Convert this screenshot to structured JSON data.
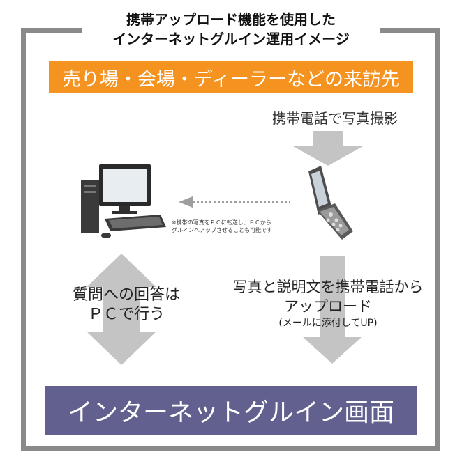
{
  "title": {
    "line1": "携帯アップロード機能を使用した",
    "line2": "インターネットグルイン運用イメージ"
  },
  "top_box": {
    "label": "売り場・会場・ディーラーなどの来訪先",
    "color": "#f4931f"
  },
  "photo_step": {
    "label": "携帯電話で写真撮影"
  },
  "note": {
    "line1": "※携帯の写真をＰＣに転送し、ＰＣから",
    "line2": "グルインへアップさせることも可能です"
  },
  "answer_step": {
    "line1": "質問への回答は",
    "line2": "ＰＣで行う"
  },
  "upload_step": {
    "line1": "写真と説明文を携帯電話から",
    "line2": "アップロード",
    "line3": "(メールに添付してUP)"
  },
  "bottom_box": {
    "label": "インターネットグルイン画面",
    "color": "#62608f"
  },
  "icons": [
    "desktop-computer-icon",
    "mobile-phone-icon"
  ]
}
